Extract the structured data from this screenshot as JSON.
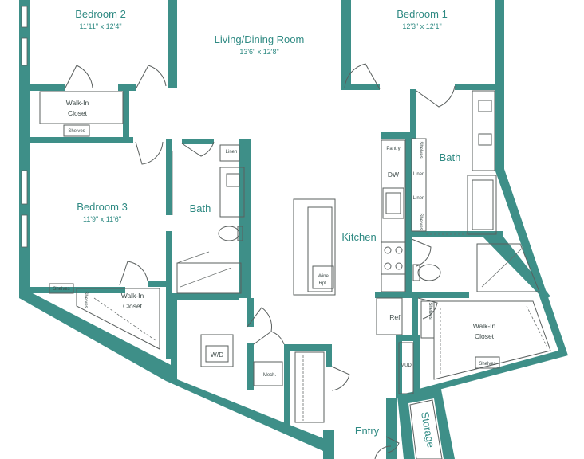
{
  "colors": {
    "wall": "#3e8f88",
    "label": "#2f8a83",
    "fixture_line": "#5a5f5e"
  },
  "rooms": {
    "bedroom2": {
      "name": "Bedroom 2",
      "dims": "11'11\" x 12'4\""
    },
    "living": {
      "name": "Living/Dining Room",
      "dims": "13'6\" x 12'8\""
    },
    "bedroom1": {
      "name": "Bedroom 1",
      "dims": "12'3\" x 12'1\""
    },
    "bedroom3": {
      "name": "Bedroom 3",
      "dims": "11'9\" x 11'6\""
    },
    "walkin_b2_line1": "Walk-In",
    "walkin_b2_line2": "Closet",
    "walkin_b3_line1": "Walk-In",
    "walkin_b3_line2": "Closet",
    "walkin_b1_line1": "Walk-In",
    "walkin_b1_line2": "Closet",
    "bath_left": "Bath",
    "bath_right": "Bath",
    "kitchen": "Kitchen",
    "entry": "Entry",
    "storage": "Storage"
  },
  "fixtures": {
    "shelves": "Shelves",
    "linen": "Linen",
    "pantry": "Pantry",
    "dw": "DW",
    "wine_line1": "Wine",
    "wine_line2": "Rpt.",
    "ref": "Ref.",
    "wd": "W/D",
    "mech": "Mech.",
    "mud": "MUD"
  }
}
